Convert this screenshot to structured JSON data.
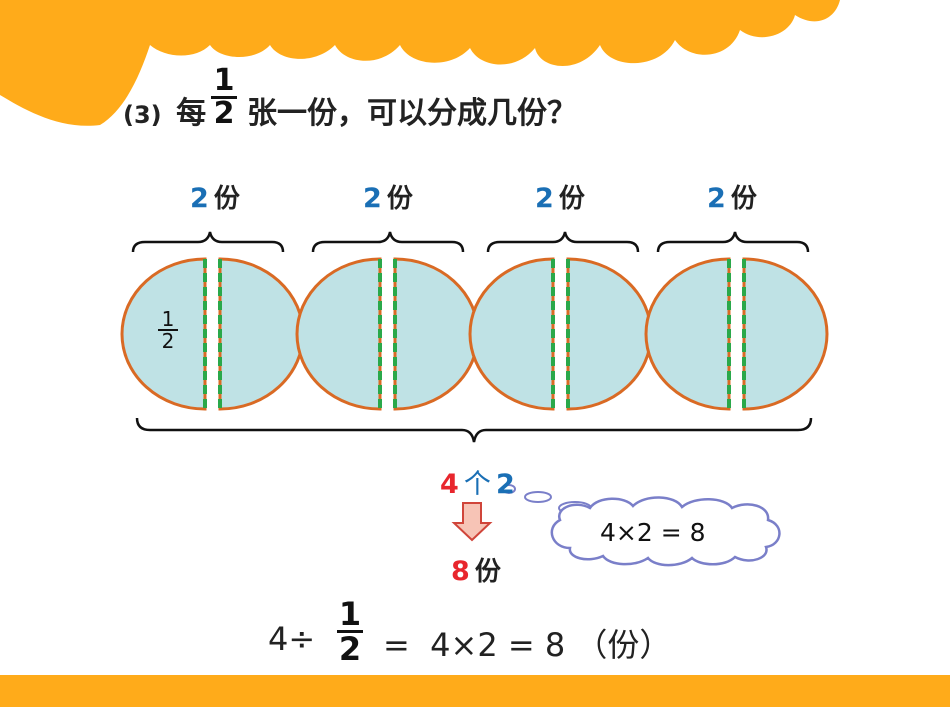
{
  "question": {
    "number": "(3)",
    "prefix": "每",
    "fraction": {
      "numerator": "1",
      "denominator": "2"
    },
    "suffix": "张一份，可以分成几份？"
  },
  "groups": [
    {
      "count": "2",
      "unit": "份"
    },
    {
      "count": "2",
      "unit": "份"
    },
    {
      "count": "2",
      "unit": "份"
    },
    {
      "count": "2",
      "unit": "份"
    }
  ],
  "half_label": {
    "numerator": "1",
    "denominator": "2"
  },
  "total_label": {
    "count": "4",
    "measure": "个",
    "value": "2"
  },
  "result_label": {
    "count": "8",
    "unit": "份"
  },
  "thought_bubble": {
    "text": "4×2 = 8"
  },
  "equation": {
    "left": "4÷",
    "fraction": {
      "numerator": "1",
      "denominator": "2"
    },
    "right": "=  4×2 = 8 （份）"
  },
  "colors": {
    "banner_orange": "#ffab1a",
    "circle_fill": "#bfe2e5",
    "circle_stroke": "#d96a24",
    "dash_green": "#2aa84a",
    "blue_text": "#1a6fb5",
    "red_text": "#e8262d"
  }
}
